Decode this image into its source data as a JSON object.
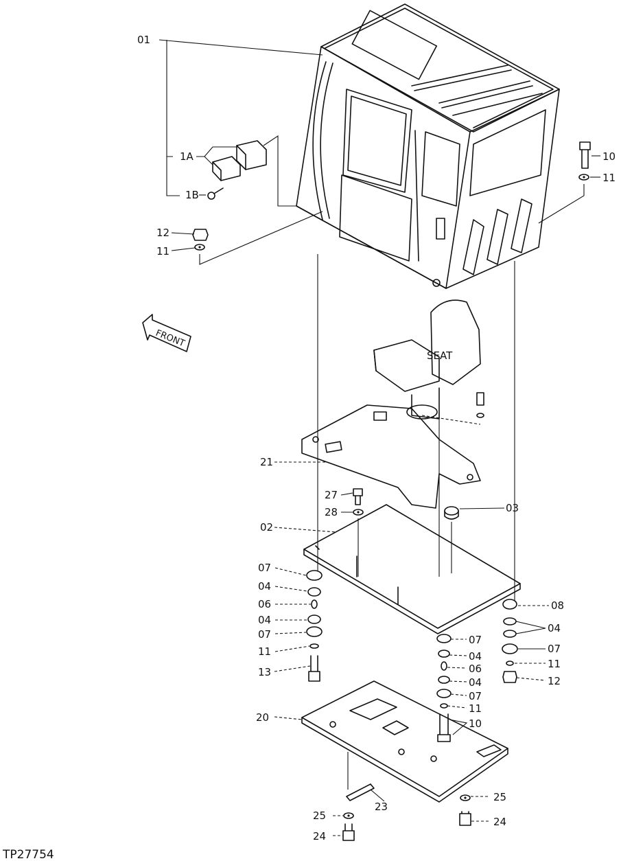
{
  "drawing_code": "TP27754",
  "front_label": "FRONT",
  "seat_label": "SEAT",
  "callouts": {
    "c01": "01",
    "c1A": "1A",
    "c1B": "1B",
    "c12_top": "12",
    "c11_top": "11",
    "c10_top": "10",
    "c11_top_right": "11",
    "c21": "21",
    "c27": "27",
    "c28": "28",
    "c02": "02",
    "c03": "03",
    "c07_l1": "07",
    "c04_l1": "04",
    "c06_l": "06",
    "c04_l2": "04",
    "c07_l2": "07",
    "c11_l": "11",
    "c13": "13",
    "c08": "08",
    "c04_r": "04",
    "c07_r": "07",
    "c11_r": "11",
    "c12_r": "12",
    "c07_m1": "07",
    "c04_m1": "04",
    "c06_m": "06",
    "c04_m2": "04",
    "c07_m2": "07",
    "c11_m": "11",
    "c10_m": "10",
    "c20": "20",
    "c23": "23",
    "c25_l": "25",
    "c24_l": "24",
    "c25_r": "25",
    "c24_r": "24"
  }
}
